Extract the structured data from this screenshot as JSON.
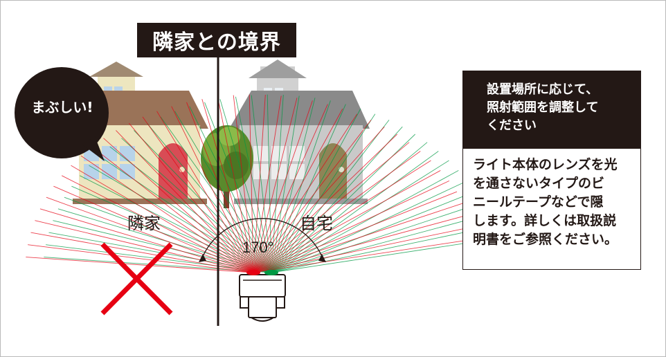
{
  "title": "隣家との境界",
  "speech_bubble": "まぶしい!",
  "labels": {
    "neighbor": "隣家",
    "own_house": "自宅",
    "angle": "170°"
  },
  "info_box": {
    "heading": "設置場所に応じて、照射範囲を調整してください",
    "heading_lines": [
      "設置場所に応じて、",
      "照射範囲を調整して",
      "ください"
    ],
    "body_lines": [
      "ライト本体のレンズを光",
      "を通さないタイプのビ",
      "ニールテープなどで隠",
      "します。詳しくは取扱説",
      "明書をご参照ください。"
    ]
  },
  "colors": {
    "dark": "#231815",
    "ray_red": "#e60012",
    "ray_green": "#009944",
    "cross_red": "#e60012"
  },
  "icons": [
    "neighbor-house-icon",
    "own-house-icon",
    "tree-icon",
    "sensor-light-icon",
    "cross-mark-icon"
  ]
}
